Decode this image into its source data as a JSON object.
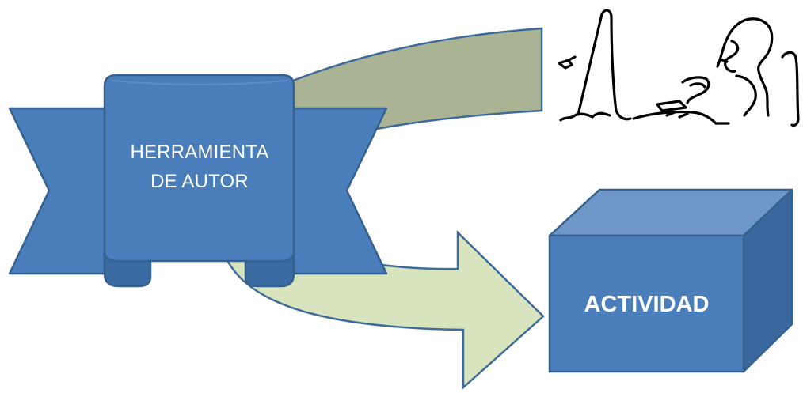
{
  "banner": {
    "line1": "HERRAMIENTA",
    "line2": "DE AUTOR"
  },
  "box": {
    "label": "ACTIVIDAD"
  },
  "illustration": {
    "icon": "person-at-computer-sketch-icon"
  },
  "colors": {
    "banner_fill": "#4a7ebb",
    "banner_stroke": "#35618f",
    "banner_shade": "#3a6aa2",
    "upper_arrow_fill": "#aab494",
    "lower_arrow_fill": "#d7e4bd",
    "arrow_stroke": "#3f6b9a",
    "cube_front": "#4a7ebb",
    "cube_top": "#6e96c9",
    "cube_side": "#3a679e",
    "sketch_stroke": "#000000"
  }
}
